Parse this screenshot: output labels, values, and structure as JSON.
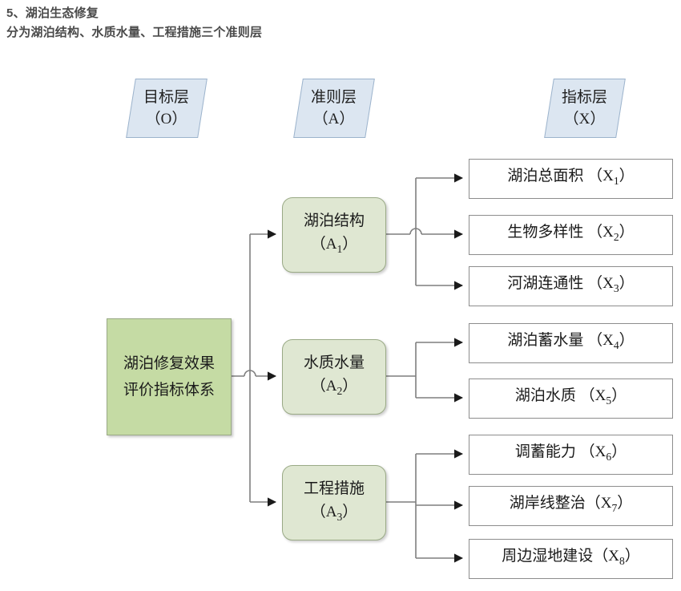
{
  "header": {
    "line1": "5、湖泊生态修复",
    "line2": "分为湖泊结构、水质水量、工程措施三个准则层"
  },
  "colors": {
    "layer_chip_fill": "#dce6f1",
    "layer_chip_border": "#9cb3cc",
    "goal_fill": "#c5dba4",
    "criteria_fill": "#dfe7d2",
    "box_border": "#9aaa86",
    "indicator_fill": "#ffffff",
    "indicator_border": "#8d8d8d",
    "connector": "#7f7f7f",
    "text": "#1a1a1a",
    "header_text": "#4a4a4a"
  },
  "layer_labels": [
    {
      "name": "目标层",
      "code": "（O）"
    },
    {
      "name": "准则层",
      "code": "（A）"
    },
    {
      "name": "指标层",
      "code": "（X）"
    }
  ],
  "goal": {
    "label": "湖泊修复效果评价指标体系",
    "code": "O"
  },
  "criteria": [
    {
      "name": "湖泊结构",
      "code": "A",
      "index": "1"
    },
    {
      "name": "水质水量",
      "code": "A",
      "index": "2"
    },
    {
      "name": "工程措施",
      "code": "A",
      "index": "3"
    }
  ],
  "indicators": [
    {
      "name": "湖泊总面积",
      "code": "X",
      "index": "1",
      "gap": true
    },
    {
      "name": "生物多样性",
      "code": "X",
      "index": "2",
      "gap": true
    },
    {
      "name": "河湖连通性",
      "code": "X",
      "index": "3",
      "gap": true
    },
    {
      "name": "湖泊蓄水量",
      "code": "X",
      "index": "4",
      "gap": true
    },
    {
      "name": "湖泊水质",
      "code": "X",
      "index": "5",
      "gap": true
    },
    {
      "name": "调蓄能力",
      "code": "X",
      "index": "6",
      "gap": true
    },
    {
      "name": "湖岸线整治",
      "code": "X",
      "index": "7",
      "gap": false
    },
    {
      "name": "周边湿地建设",
      "code": "X",
      "index": "8",
      "gap": false
    }
  ],
  "chart_data": {
    "type": "diagram",
    "title": "湖泊修复效果评价指标体系 层次结构图",
    "levels": [
      "目标层（O）",
      "准则层（A）",
      "指标层（X）"
    ],
    "nodes": [
      {
        "id": "O",
        "level": 0,
        "label": "湖泊修复效果评价指标体系"
      },
      {
        "id": "A1",
        "level": 1,
        "label": "湖泊结构（A1）",
        "parent": "O"
      },
      {
        "id": "A2",
        "level": 1,
        "label": "水质水量（A2）",
        "parent": "O"
      },
      {
        "id": "A3",
        "level": 1,
        "label": "工程措施（A3）",
        "parent": "O"
      },
      {
        "id": "X1",
        "level": 2,
        "label": "湖泊总面积（X1）",
        "parent": "A1"
      },
      {
        "id": "X2",
        "level": 2,
        "label": "生物多样性（X2）",
        "parent": "A1"
      },
      {
        "id": "X3",
        "level": 2,
        "label": "河湖连通性（X3）",
        "parent": "A1"
      },
      {
        "id": "X4",
        "level": 2,
        "label": "湖泊蓄水量（X4）",
        "parent": "A2"
      },
      {
        "id": "X5",
        "level": 2,
        "label": "湖泊水质（X5）",
        "parent": "A2"
      },
      {
        "id": "X6",
        "level": 2,
        "label": "调蓄能力（X6）",
        "parent": "A3"
      },
      {
        "id": "X7",
        "level": 2,
        "label": "湖岸线整治(X7)",
        "parent": "A3"
      },
      {
        "id": "X8",
        "level": 2,
        "label": "周边湿地建设(X8)",
        "parent": "A3"
      }
    ],
    "edges": [
      {
        "from": "O",
        "to": "A1"
      },
      {
        "from": "O",
        "to": "A2"
      },
      {
        "from": "O",
        "to": "A3"
      },
      {
        "from": "A1",
        "to": "X1"
      },
      {
        "from": "A1",
        "to": "X2"
      },
      {
        "from": "A1",
        "to": "X3"
      },
      {
        "from": "A2",
        "to": "X4"
      },
      {
        "from": "A2",
        "to": "X5"
      },
      {
        "from": "A3",
        "to": "X6"
      },
      {
        "from": "A3",
        "to": "X7"
      },
      {
        "from": "A3",
        "to": "X8"
      }
    ]
  }
}
